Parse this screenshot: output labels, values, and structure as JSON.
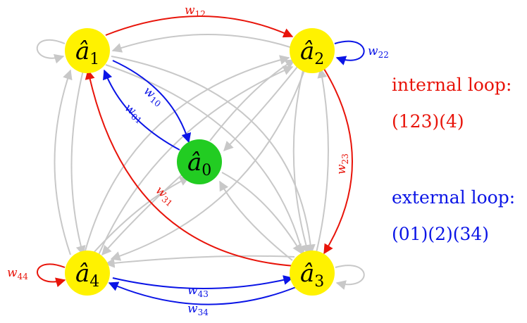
{
  "colors": {
    "node_fill": "#fff200",
    "center_fill": "#22cc22",
    "gray_edge": "#c8c8c8",
    "internal": "#e8140a",
    "external": "#0a14e6"
  },
  "nodes": {
    "a0": {
      "base": "â",
      "sub": "0"
    },
    "a1": {
      "base": "â",
      "sub": "1"
    },
    "a2": {
      "base": "â",
      "sub": "2"
    },
    "a3": {
      "base": "â",
      "sub": "3"
    },
    "a4": {
      "base": "â",
      "sub": "4"
    }
  },
  "edge_labels": {
    "w12": {
      "base": "w",
      "sub": "12"
    },
    "w22": {
      "base": "w",
      "sub": "22"
    },
    "w10": {
      "base": "w",
      "sub": "10"
    },
    "w01": {
      "base": "w",
      "sub": "01"
    },
    "w23": {
      "base": "w",
      "sub": "23"
    },
    "w31": {
      "base": "w",
      "sub": "31"
    },
    "w44": {
      "base": "w",
      "sub": "44"
    },
    "w43": {
      "base": "w",
      "sub": "43"
    },
    "w34": {
      "base": "w",
      "sub": "34"
    }
  },
  "legend": {
    "internal_title": "internal loop:",
    "internal_value": "(123)(4)",
    "external_title": "external loop:",
    "external_value": "(01)(2)(34)"
  }
}
